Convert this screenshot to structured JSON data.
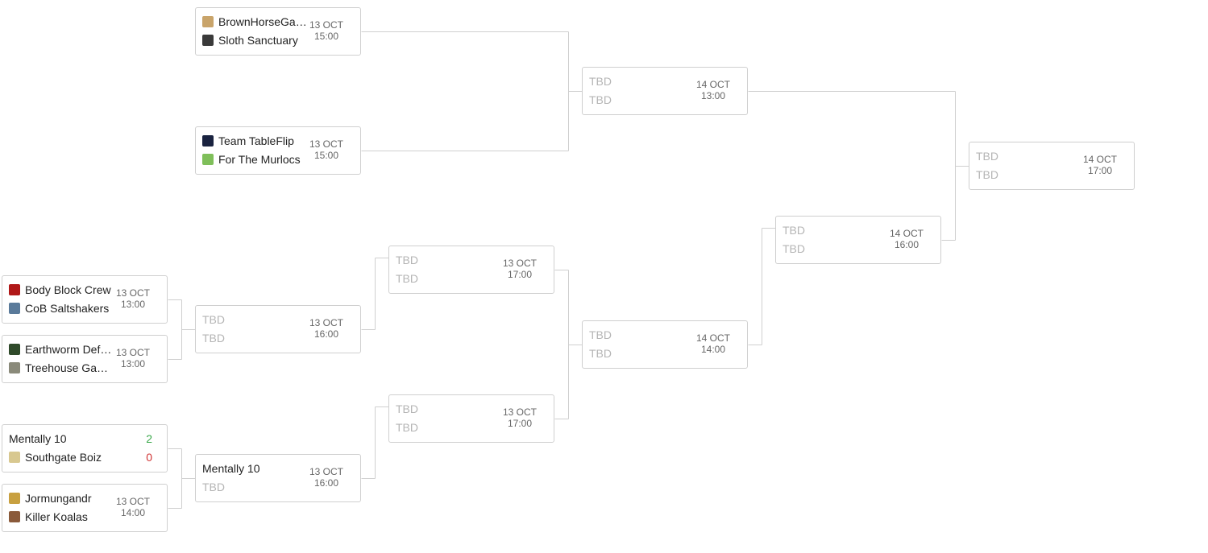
{
  "colors": {
    "win": "#3aa84a",
    "lose": "#d03434",
    "tbd": "#b5b5b5",
    "line": "#cfcfcf"
  },
  "matches": [
    {
      "id": "m1",
      "teams": [
        {
          "name": "BrownHorseGa…",
          "icon": "horse-logo-icon",
          "color": "#c9a46a"
        },
        {
          "name": "Sloth Sanctuary",
          "icon": "sloth-logo-icon",
          "color": "#3a3a3a"
        }
      ],
      "date": "13 OCT",
      "time": "15:00"
    },
    {
      "id": "m2",
      "teams": [
        {
          "name": "Team TableFlip",
          "icon": "tableflip-logo-icon",
          "color": "#1a2340"
        },
        {
          "name": "For The Murlocs",
          "icon": "murloc-logo-icon",
          "color": "#7fbf5a"
        }
      ],
      "date": "13 OCT",
      "time": "15:00"
    },
    {
      "id": "m3",
      "teams": [
        {
          "name": "Body Block Crew",
          "icon": "bodyblock-logo-icon",
          "color": "#b01818"
        },
        {
          "name": "CoB Saltshakers",
          "icon": "saltshakers-logo-icon",
          "color": "#5a7a9a"
        }
      ],
      "date": "13 OCT",
      "time": "13:00"
    },
    {
      "id": "m4",
      "teams": [
        {
          "name": "Earthworm Def…",
          "icon": "earthworm-logo-icon",
          "color": "#2f4a2a"
        },
        {
          "name": "Treehouse Ga…",
          "icon": "treehouse-logo-icon",
          "color": "#8a8a7a"
        }
      ],
      "date": "13 OCT",
      "time": "13:00"
    },
    {
      "id": "m5",
      "teams": [
        {
          "name": "Mentally 10",
          "icon": "",
          "color": ""
        },
        {
          "name": "Southgate Boiz",
          "icon": "southgate-logo-icon",
          "color": "#d8c890"
        }
      ],
      "scores": [
        "2",
        "0"
      ],
      "date": "",
      "time": ""
    },
    {
      "id": "m6",
      "teams": [
        {
          "name": "Jormungandr",
          "icon": "jormungandr-logo-icon",
          "color": "#c8a040"
        },
        {
          "name": "Killer Koalas",
          "icon": "koala-logo-icon",
          "color": "#8a5a3a"
        }
      ],
      "date": "13 OCT",
      "time": "14:00"
    },
    {
      "id": "m7",
      "teams": [
        {
          "name": "TBD",
          "tbd": true
        },
        {
          "name": "TBD",
          "tbd": true
        }
      ],
      "date": "13 OCT",
      "time": "16:00"
    },
    {
      "id": "m8",
      "teams": [
        {
          "name": "Mentally 10"
        },
        {
          "name": "TBD",
          "tbd": true
        }
      ],
      "date": "13 OCT",
      "time": "16:00"
    },
    {
      "id": "m9",
      "teams": [
        {
          "name": "TBD",
          "tbd": true
        },
        {
          "name": "TBD",
          "tbd": true
        }
      ],
      "date": "13 OCT",
      "time": "17:00"
    },
    {
      "id": "m10",
      "teams": [
        {
          "name": "TBD",
          "tbd": true
        },
        {
          "name": "TBD",
          "tbd": true
        }
      ],
      "date": "13 OCT",
      "time": "17:00"
    },
    {
      "id": "m11",
      "teams": [
        {
          "name": "TBD",
          "tbd": true
        },
        {
          "name": "TBD",
          "tbd": true
        }
      ],
      "date": "14 OCT",
      "time": "13:00"
    },
    {
      "id": "m12",
      "teams": [
        {
          "name": "TBD",
          "tbd": true
        },
        {
          "name": "TBD",
          "tbd": true
        }
      ],
      "date": "14 OCT",
      "time": "14:00"
    },
    {
      "id": "m13",
      "teams": [
        {
          "name": "TBD",
          "tbd": true
        },
        {
          "name": "TBD",
          "tbd": true
        }
      ],
      "date": "14 OCT",
      "time": "16:00"
    },
    {
      "id": "m14",
      "teams": [
        {
          "name": "TBD",
          "tbd": true
        },
        {
          "name": "TBD",
          "tbd": true
        }
      ],
      "date": "14 OCT",
      "time": "17:00"
    }
  ]
}
